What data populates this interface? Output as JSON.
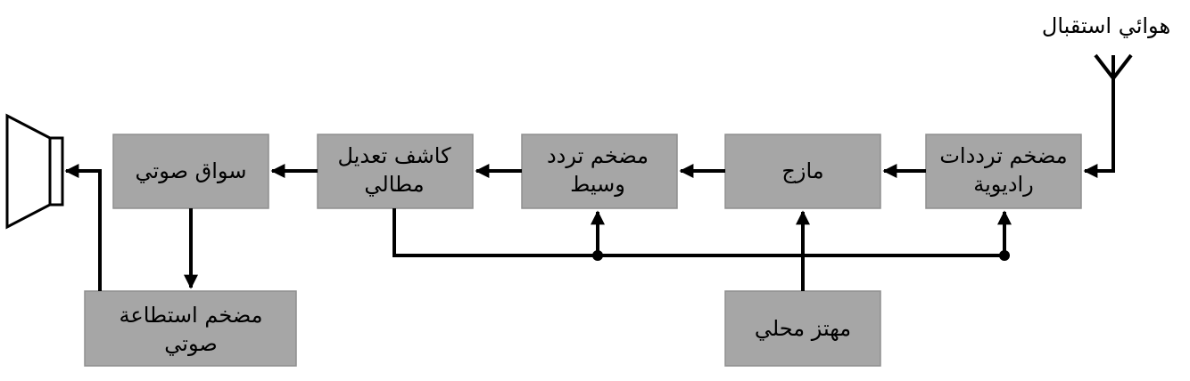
{
  "antenna_label": "هوائي استقبال",
  "blocks": {
    "rf_amp": [
      "مضخم ترددات",
      "راديوية"
    ],
    "mixer": [
      "مازج"
    ],
    "if_amp": [
      "مضخم تردد",
      "وسيط"
    ],
    "detector": [
      "كاشف تعديل",
      "مطالي"
    ],
    "audio_driver": [
      "سواق صوتي"
    ],
    "audio_power_amp": [
      "مضخم استطاعة",
      "صوتي"
    ],
    "local_osc": [
      "مهتز محلي"
    ]
  },
  "colors": {
    "block_fill": "#a6a6a6",
    "line": "#000000",
    "background": "#ffffff"
  }
}
